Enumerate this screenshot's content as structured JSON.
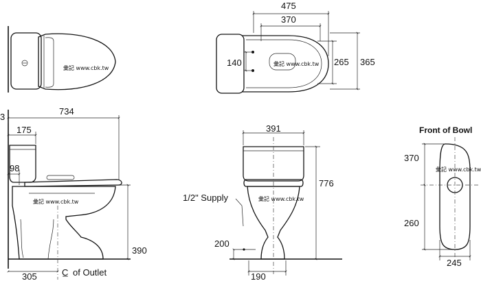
{
  "watermark": "彙記 www.cbk.tw",
  "top_view": {
    "dims": {
      "width_total": "475",
      "width_bowl": "370",
      "height_total": "365",
      "height_bowl": "265",
      "bolt_spacing": "140"
    }
  },
  "side_view": {
    "dims": {
      "edge_mark": "3",
      "length": "734",
      "tank_depth": "175",
      "wall_gap": "98",
      "seat_height": "390",
      "outlet_offset": "305"
    },
    "outlet_label": "of Outlet",
    "centerline_symbol": "C̲"
  },
  "front_view": {
    "dims": {
      "tank_width": "391",
      "total_height": "776",
      "supply_height": "200",
      "base_width": "190"
    },
    "supply_label": "1/2\" Supply"
  },
  "bowl_front": {
    "title": "Front of Bowl",
    "dims": {
      "front_length": "370",
      "rear_length": "260",
      "width": "245"
    }
  }
}
